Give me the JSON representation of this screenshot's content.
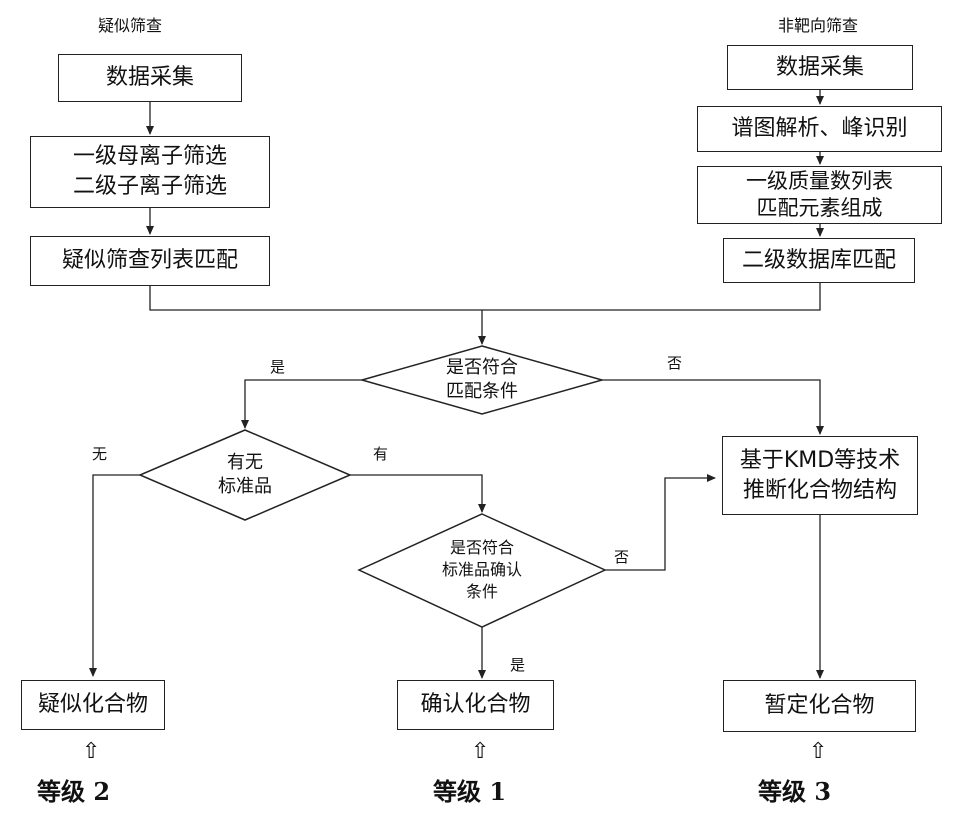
{
  "headings": {
    "suspect": "疑似筛查",
    "nontarget": "非靶向筛查"
  },
  "left_column": {
    "data_collection": "数据采集",
    "ms_filter_1": "一级母离子筛选",
    "ms_filter_2": "二级子离子筛选",
    "list_match": "疑似筛查列表匹配"
  },
  "right_column": {
    "data_collection": "数据采集",
    "spectrum": "谱图解析、峰识别",
    "mass_list_1": "一级质量数列表",
    "mass_list_2": "匹配元素组成",
    "db_match": "二级数据库匹配"
  },
  "decisions": {
    "match_1": "是否符合",
    "match_2": "匹配条件",
    "standard_1": "有无",
    "standard_2": "标准品",
    "confirm_1": "是否符合",
    "confirm_2": "标准品确认",
    "confirm_3": "条件"
  },
  "edge_labels": {
    "yes_match": "是",
    "no_match": "否",
    "no_standard": "无",
    "has_standard": "有",
    "no_confirm": "否",
    "yes_confirm": "是"
  },
  "structure": {
    "line1": "基于KMD等技术",
    "line2": "推断化合物结构"
  },
  "results": {
    "suspected": "疑似化合物",
    "confirmed": "确认化合物",
    "tentative": "暂定化合物"
  },
  "levels": {
    "level2": "等级 2",
    "level1": "等级 1",
    "level3": "等级 3"
  },
  "colors": {
    "line": "#222222",
    "box_fill": "#ffffff"
  }
}
